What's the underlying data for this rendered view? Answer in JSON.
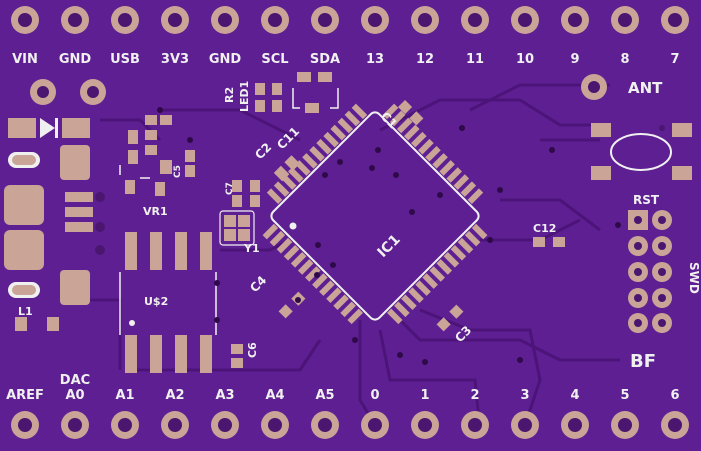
{
  "board": {
    "title": "",
    "bg_color": "#5e1f93",
    "copper_color": "#6b2aa3",
    "pad_color": "#c9a497",
    "silk_color": "#f0f0f0"
  },
  "top_header": {
    "labels": [
      "VIN",
      "GND",
      "USB",
      "3V3",
      "GND",
      "SCL",
      "SDA",
      "13",
      "12",
      "11",
      "10",
      "9",
      "8",
      "7"
    ]
  },
  "bottom_header": {
    "labels": [
      "AREF",
      "A0",
      "A1",
      "A2",
      "A3",
      "A4",
      "A5",
      "0",
      "1",
      "2",
      "3",
      "4",
      "5",
      "6"
    ],
    "dac_label": "DAC"
  },
  "components": {
    "ant": "ANT",
    "rst": "RST",
    "swd": "SWD",
    "bf": "BF",
    "ic1": "IC1",
    "vr1": "VR1",
    "u2": "U$2",
    "y1": "Y1",
    "l1": "L1",
    "r2": "R2",
    "led1": "LED1",
    "c1": "C1",
    "c2": "C2",
    "c3": "C3",
    "c4": "C4",
    "c6": "C6",
    "c11": "C11",
    "c12": "C12",
    "c5": "C5",
    "c7": "C7"
  }
}
